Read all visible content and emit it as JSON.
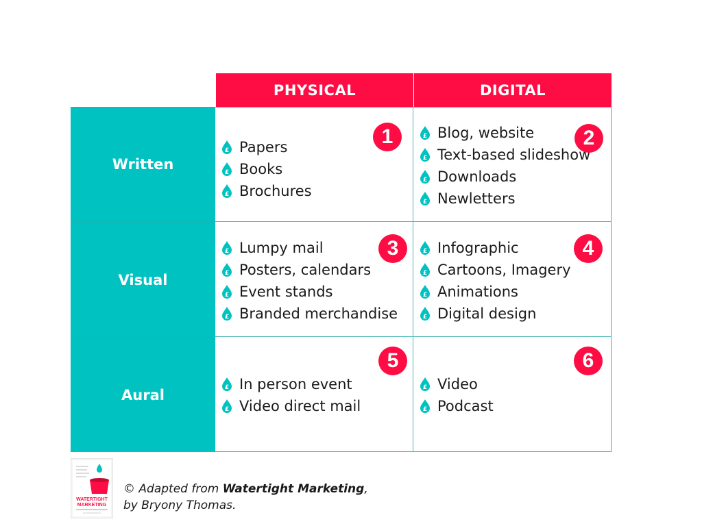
{
  "columns": [
    "PHYSICAL",
    "DIGITAL"
  ],
  "rows": [
    "Written",
    "Visual",
    "Aural"
  ],
  "cells": [
    {
      "number": "1",
      "items": [
        "Papers",
        "Books",
        "Brochures"
      ]
    },
    {
      "number": "2",
      "items": [
        "Blog, website",
        "Text-based slideshow",
        "Downloads",
        "Newletters"
      ]
    },
    {
      "number": "3",
      "items": [
        "Lumpy mail",
        "Posters, calendars",
        "Event stands",
        "Branded merchandise"
      ]
    },
    {
      "number": "4",
      "items": [
        "Infographic",
        "Cartoons, Imagery",
        "Animations",
        "Digital design"
      ]
    },
    {
      "number": "5",
      "items": [
        "In person event",
        "Video direct mail"
      ]
    },
    {
      "number": "6",
      "items": [
        "Video",
        "Podcast"
      ]
    }
  ],
  "bullet_symbol": "£",
  "book": {
    "title_line1": "WATERTIGHT",
    "title_line2": "MARKETING"
  },
  "credit": {
    "prefix": "© Adapted from ",
    "book_title": "Watertight Marketing",
    "suffix": ",",
    "author_line": "by Bryony Thomas."
  },
  "colors": {
    "accent_red": "#fd0d43",
    "teal": "#00c3c1"
  },
  "icons": {
    "bullet": "water-drop-pound-icon"
  }
}
